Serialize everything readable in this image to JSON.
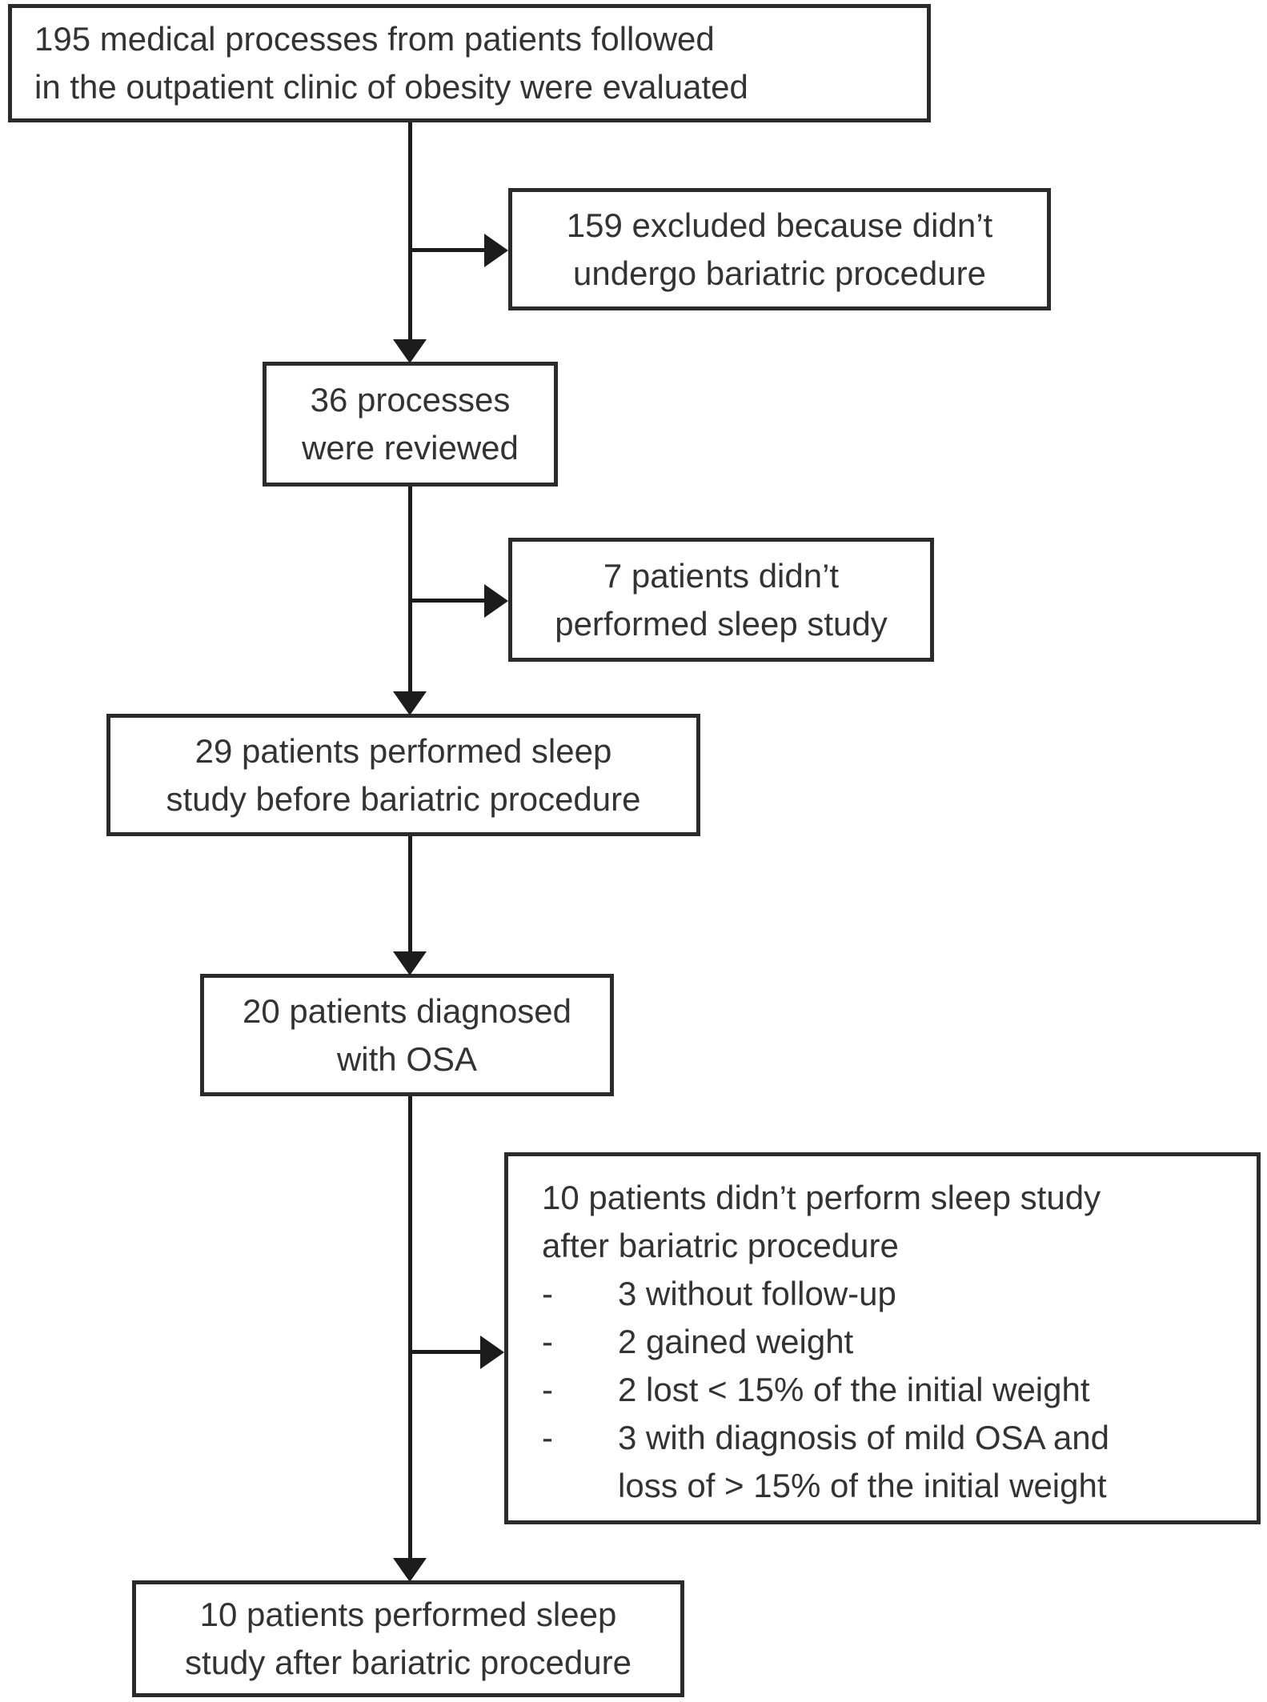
{
  "figure": {
    "type": "patient-flow-diagram",
    "colors": {
      "border": "#2b2b2b",
      "arrow": "#1c1c1c",
      "text": "#333333",
      "background": "#ffffff"
    },
    "nodes": {
      "evaluated": {
        "lines": [
          "195 medical processes from patients followed",
          "in the outpatient clinic of obesity were evaluated"
        ]
      },
      "excluded_bariatric": {
        "lines": [
          "159 excluded because didn’t",
          "undergo bariatric procedure"
        ]
      },
      "reviewed": {
        "lines": [
          "36 processes",
          "were reviewed"
        ]
      },
      "no_sleep_before": {
        "lines": [
          "7 patients didn’t",
          "performed sleep study"
        ]
      },
      "sleep_before": {
        "lines": [
          "29 patients performed sleep",
          "study before bariatric procedure"
        ]
      },
      "osa": {
        "lines": [
          "20 patients diagnosed",
          "with OSA"
        ]
      },
      "no_sleep_after": {
        "header_lines": [
          "10 patients didn’t perform sleep study",
          "after bariatric procedure"
        ],
        "bullets": [
          {
            "marker": "-",
            "text": "3 without follow-up"
          },
          {
            "marker": "-",
            "text": "2 gained weight"
          },
          {
            "marker": "-",
            "text": "2 lost < 15% of the initial weight"
          },
          {
            "marker": "-",
            "text": "3 with diagnosis of mild OSA and"
          },
          {
            "marker": "",
            "text": "loss of > 15% of the initial weight"
          }
        ]
      },
      "sleep_after": {
        "lines": [
          "10 patients performed sleep",
          "study after bariatric procedure"
        ]
      }
    }
  }
}
